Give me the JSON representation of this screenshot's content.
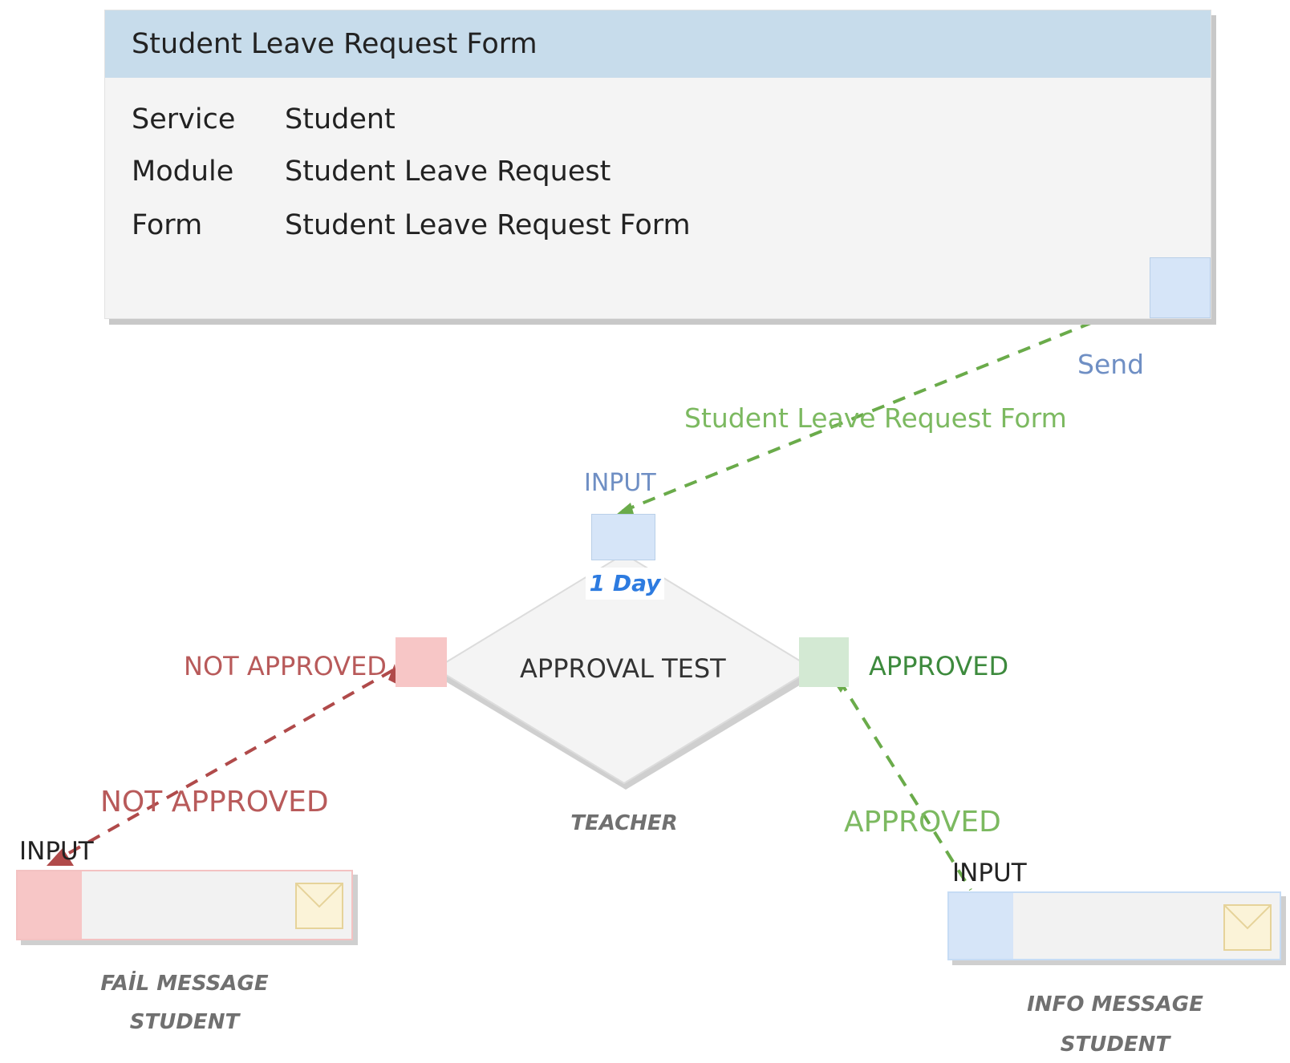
{
  "form": {
    "title": "Student Leave Request Form",
    "rows": [
      {
        "label": "Service",
        "value": "Student"
      },
      {
        "label": "Module",
        "value": "Student Leave Request"
      },
      {
        "label": "Form",
        "value": "Student Leave Request Form"
      }
    ]
  },
  "edges": {
    "send_label": "Send",
    "form_edge_label": "Student Leave Request Form",
    "not_approved_edge_label": "NOT APPROVED",
    "approved_edge_label": "APPROVED"
  },
  "decision": {
    "input_label": "INPUT",
    "duration": "1 Day",
    "title": "APPROVAL TEST",
    "not_approved_port_label": "NOT APPROVED",
    "approved_port_label": "APPROVED",
    "role": "TEACHER"
  },
  "fail_message": {
    "input_label": "INPUT",
    "caption_line1": "FAİL MESSAGE",
    "caption_line2": "STUDENT",
    "icon": "envelope-icon"
  },
  "info_message": {
    "input_label": "INPUT",
    "caption_line1": "INFO MESSAGE",
    "caption_line2": "STUDENT",
    "icon": "envelope-icon"
  },
  "colors": {
    "header_blue": "#c7dceb",
    "port_blue": "#d6e5f8",
    "port_red": "#f7c6c6",
    "port_green": "#d3e9d3",
    "edge_green": "#6aab4a",
    "edge_red": "#b04a4a",
    "label_blue": "#6f8fc4",
    "label_green": "#7cb960",
    "label_dark_green": "#3d8a3d",
    "label_red": "#b85a5a",
    "duration_blue": "#2d7be0"
  }
}
